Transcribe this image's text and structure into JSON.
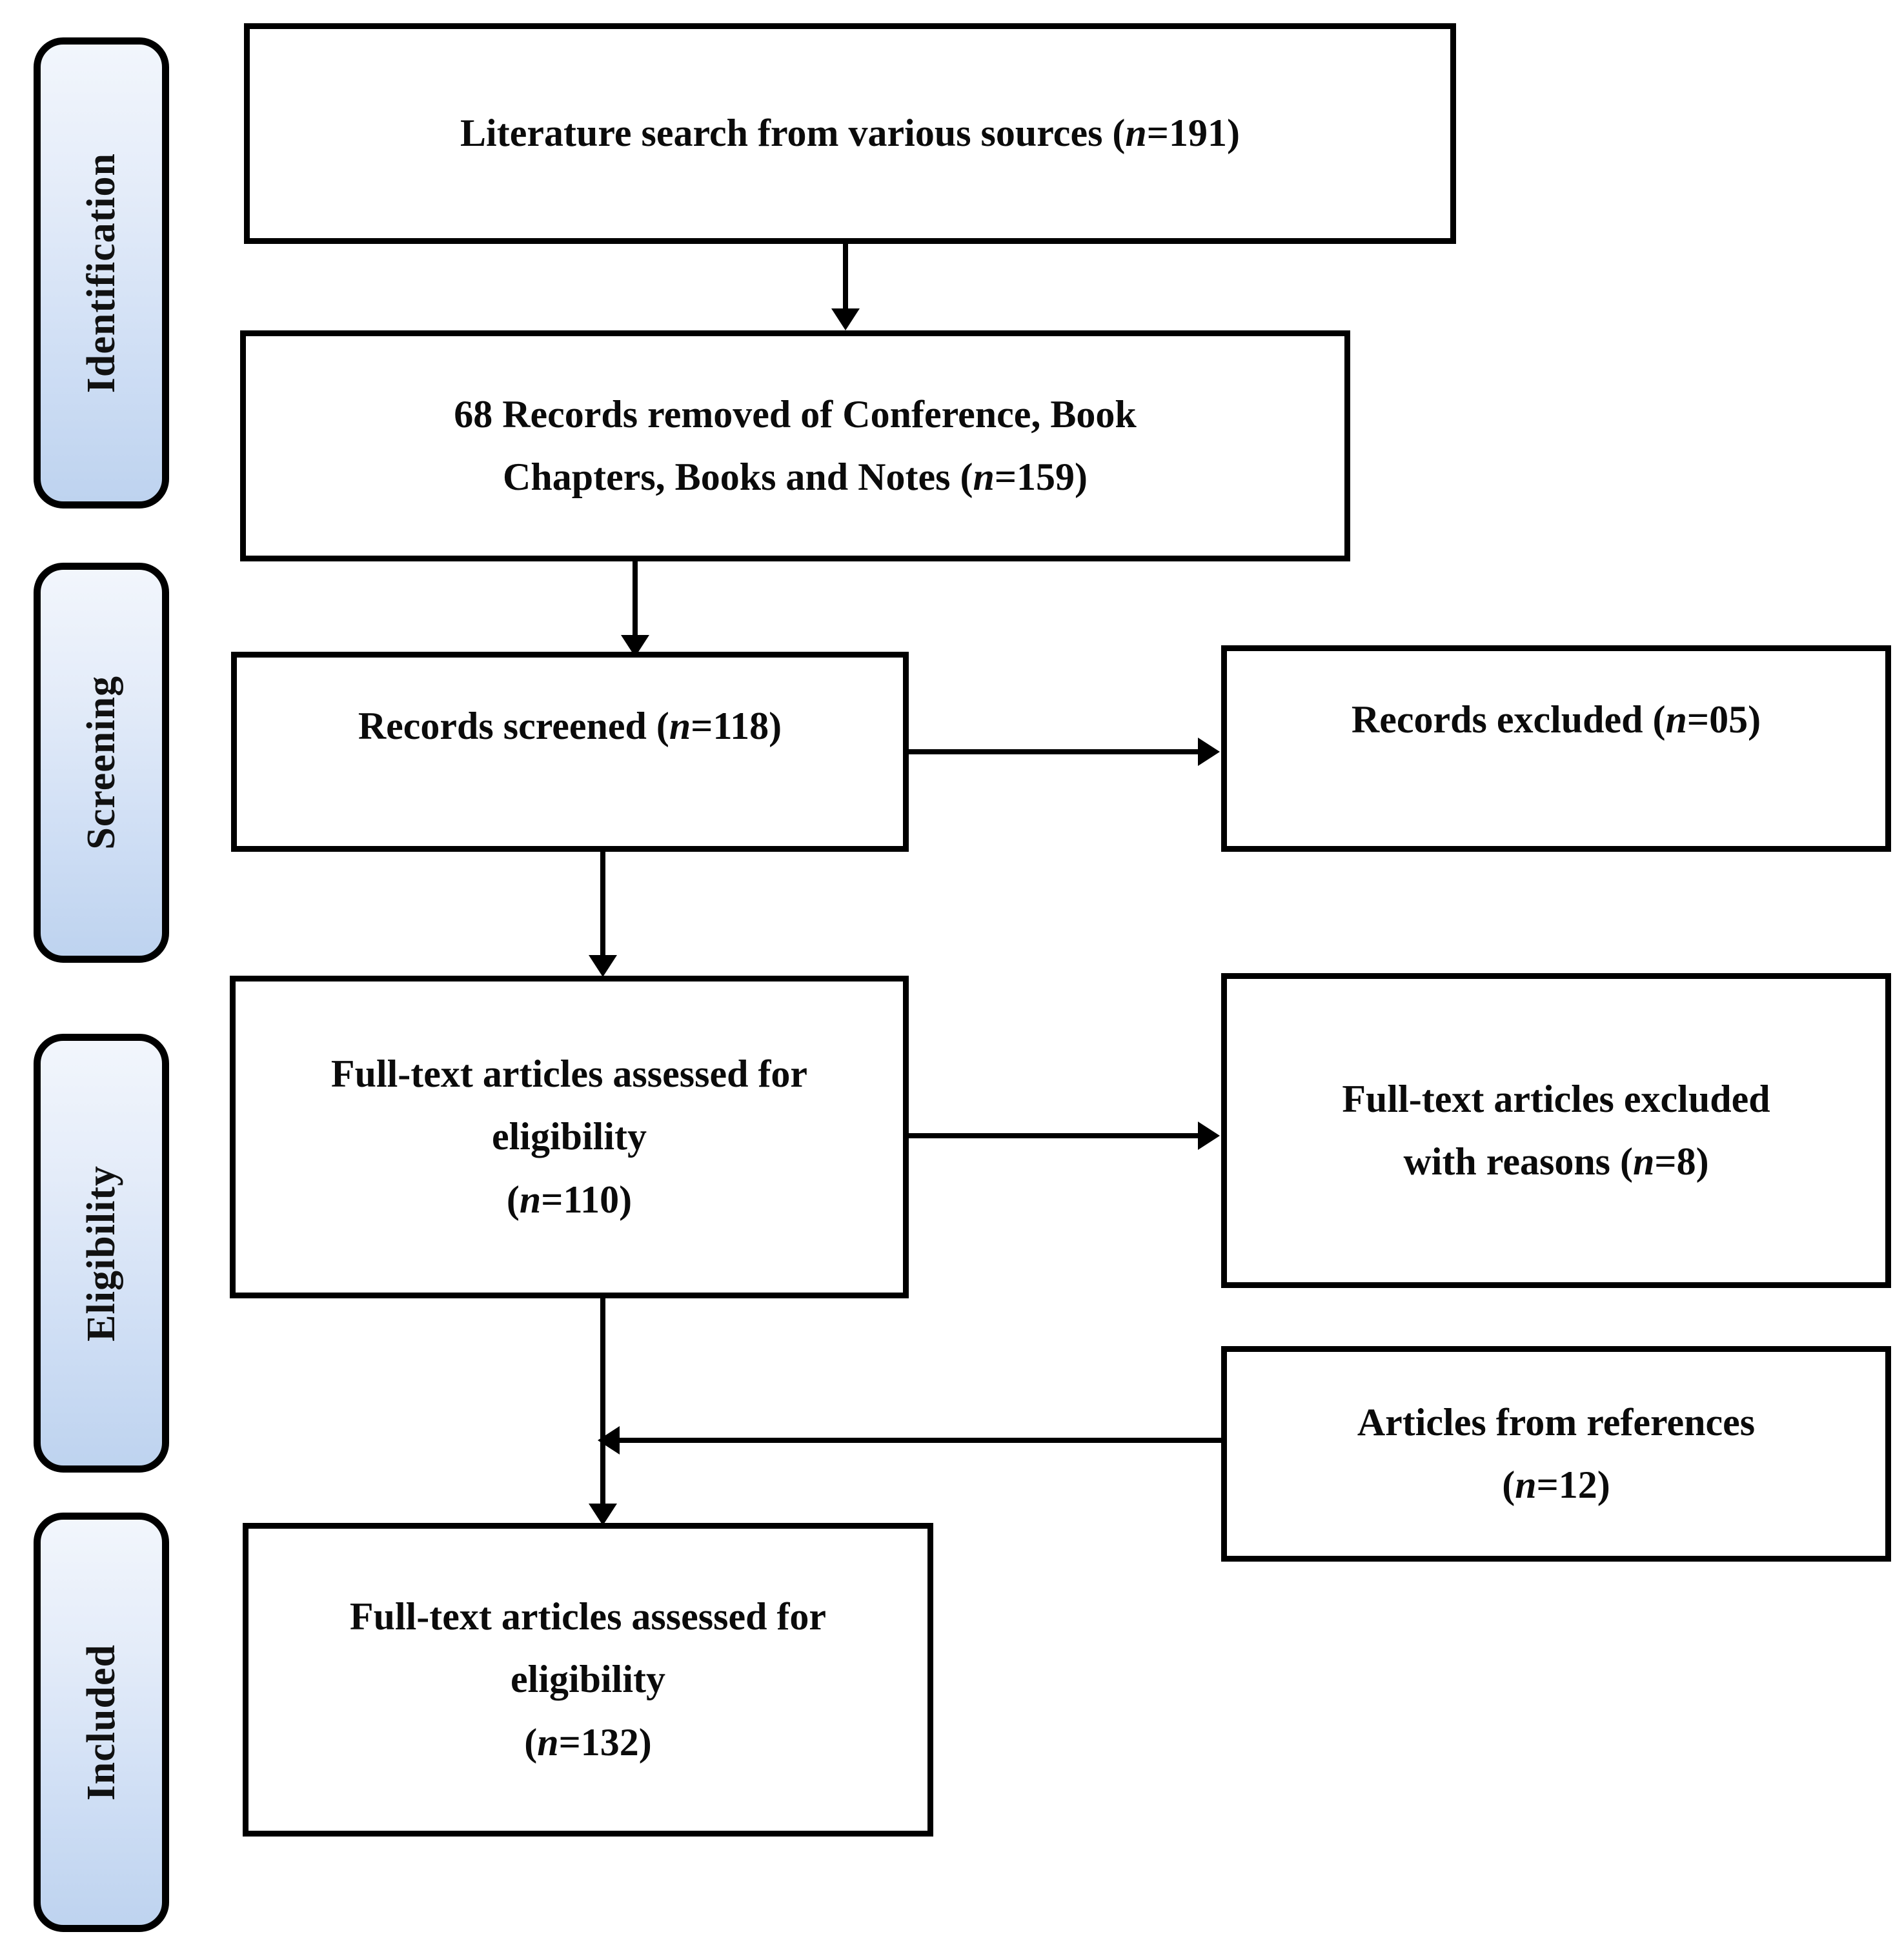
{
  "diagram": {
    "type": "prisma-flow-diagram",
    "title": "PRISMA study selection flow diagram",
    "phases": [
      {
        "id": "identification",
        "label": "Identification"
      },
      {
        "id": "screening",
        "label": "Screening"
      },
      {
        "id": "eligibility",
        "label": "Eligibility"
      },
      {
        "id": "included",
        "label": "Included"
      }
    ],
    "boxes": [
      {
        "id": "literature-search",
        "phase": "identification",
        "lines": [
          {
            "text": "Literature search from various sources (",
            "n_italic": "n",
            "after": "=191)"
          }
        ],
        "plain": "Literature search from various sources (n=191)",
        "count": 191
      },
      {
        "id": "records-removed",
        "phase": "identification",
        "lines": [
          {
            "text": "68 Records removed of Conference, Book",
            "n_italic": "",
            "after": ""
          },
          {
            "text": "Chapters, Books and Notes (",
            "n_italic": "n",
            "after": "=159)"
          }
        ],
        "plain": "68 Records removed of Conference, Book Chapters, Books and Notes (n=159)",
        "removed": 68,
        "count": 159
      },
      {
        "id": "records-screened",
        "phase": "screening",
        "lines": [
          {
            "text": "Records screened (",
            "n_italic": "n",
            "after": "=118)"
          }
        ],
        "plain": "Records screened (n=118)",
        "count": 118
      },
      {
        "id": "records-excluded",
        "phase": "screening",
        "lines": [
          {
            "text": "Records excluded (",
            "n_italic": "n",
            "after": "=05)"
          }
        ],
        "plain": "Records excluded (n=05)",
        "count": 5
      },
      {
        "id": "fulltext-assessed",
        "phase": "eligibility",
        "lines": [
          {
            "text": "Full-text articles assessed for",
            "n_italic": "",
            "after": ""
          },
          {
            "text": "eligibility",
            "n_italic": "",
            "after": ""
          },
          {
            "text": "(",
            "n_italic": "n",
            "after": "=110)"
          }
        ],
        "plain": "Full-text articles assessed for eligibility (n=110)",
        "count": 110
      },
      {
        "id": "fulltext-excluded",
        "phase": "eligibility",
        "lines": [
          {
            "text": "Full-text articles excluded",
            "n_italic": "",
            "after": ""
          },
          {
            "text": "with reasons (",
            "n_italic": "n",
            "after": "=8)"
          }
        ],
        "plain": "Full-text articles excluded with reasons (n=8)",
        "count": 8
      },
      {
        "id": "articles-references",
        "phase": "eligibility",
        "lines": [
          {
            "text": "Articles from references",
            "n_italic": "",
            "after": ""
          },
          {
            "text": "(",
            "n_italic": "n",
            "after": "=12)"
          }
        ],
        "plain": "Articles from references (n=12)",
        "count": 12
      },
      {
        "id": "final-included",
        "phase": "included",
        "lines": [
          {
            "text": "Full-text articles assessed for",
            "n_italic": "",
            "after": ""
          },
          {
            "text": "eligibility",
            "n_italic": "",
            "after": ""
          },
          {
            "text": "(",
            "n_italic": "n",
            "after": "=132)"
          }
        ],
        "plain": "Full-text articles assessed for eligibility (n=132)",
        "count": 132
      }
    ],
    "colors": {
      "border": "#000000",
      "box_fill": "#ffffff",
      "pill_gradient_top": "#f2f6fc",
      "pill_gradient_bottom": "#bed3ef",
      "text": "#0b0b0b"
    }
  },
  "b1": {
    "l1a": "Literature search from various sources (",
    "l1n": "n",
    "l1b": "=191)"
  },
  "b2": {
    "l1": "68 Records removed of Conference, Book",
    "l2a": "Chapters, Books and Notes (",
    "l2n": "n",
    "l2b": "=159)"
  },
  "b3": {
    "l1a": "Records screened (",
    "l1n": "n",
    "l1b": "=118)"
  },
  "b4": {
    "l1a": "Records excluded (",
    "l1n": "n",
    "l1b": "=05)"
  },
  "b5": {
    "l1": "Full-text articles assessed for",
    "l2": "eligibility",
    "l3a": "(",
    "l3n": "n",
    "l3b": "=110)"
  },
  "b6": {
    "l1": "Full-text articles excluded",
    "l2a": "with reasons (",
    "l2n": "n",
    "l2b": "=8)"
  },
  "b7": {
    "l1": "Articles from references",
    "l2a": "(",
    "l2n": "n",
    "l2b": "=12)"
  },
  "b8": {
    "l1": "Full-text articles assessed for",
    "l2": "eligibility",
    "l3a": "(",
    "l3n": "n",
    "l3b": "=132)"
  },
  "phase_labels": {
    "identification": "Identification",
    "screening": "Screening",
    "eligibility": "Eligibility",
    "included": "Included"
  }
}
